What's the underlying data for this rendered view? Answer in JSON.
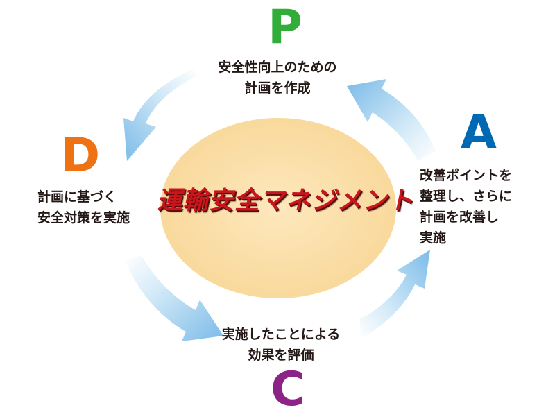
{
  "colors": {
    "plan": "#33ad3a",
    "do": "#ee7214",
    "check": "#8d2386",
    "act": "#0069b4",
    "center_fill": "#fbe0a9",
    "center_text": "#c8161d",
    "arrow": "#8cc4ec"
  },
  "center": {
    "title": "運輸安全マネジメント"
  },
  "plan": {
    "letter": "P",
    "line1": "安全性向上のための",
    "line2": "計画を作成"
  },
  "do": {
    "letter": "D",
    "line1": "計画に基づく",
    "line2": "安全対策を実施"
  },
  "check": {
    "letter": "C",
    "line1": "実施したことによる",
    "line2": "効果を評価"
  },
  "act": {
    "letter": "A",
    "line1": "改善ポイントを",
    "line2": "整理し、さらに",
    "line3": "計画を改善し",
    "line4": "実施"
  }
}
